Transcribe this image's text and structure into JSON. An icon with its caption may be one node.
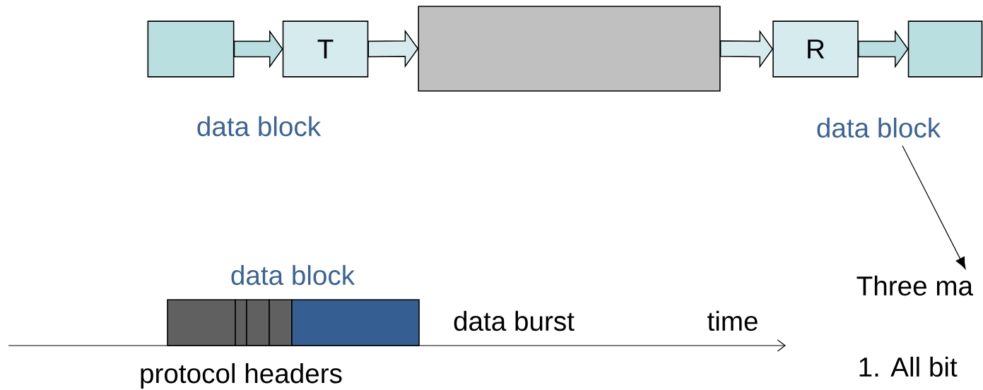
{
  "diagram": {
    "nodes": [
      {
        "text": [],
        "shape": "box"
      },
      {
        "text": [
          "T"
        ]
      },
      {
        "text": [],
        "shape": "box"
      },
      {
        "text": [
          "R"
        ]
      },
      {
        "text": [],
        "shape": "box"
      },
      {
        "text": [
          "data block"
        ]
      },
      {
        "text": [
          "Three ma"
        ]
      }
    ],
    "edges": [
      {
        "from": 0,
        "to": 1,
        "arrow": "to"
      },
      {
        "from": 1,
        "to": 2,
        "arrow": "to"
      },
      {
        "from": 2,
        "to": 3,
        "arrow": "to"
      },
      {
        "from": 3,
        "to": 4,
        "arrow": "to"
      },
      {
        "from": 5,
        "to": 6,
        "arrow": "to"
      }
    ],
    "labels": [
      "data block",
      "data block",
      "data burst",
      "time",
      "protocol headers",
      "1. All bit"
    ]
  }
}
